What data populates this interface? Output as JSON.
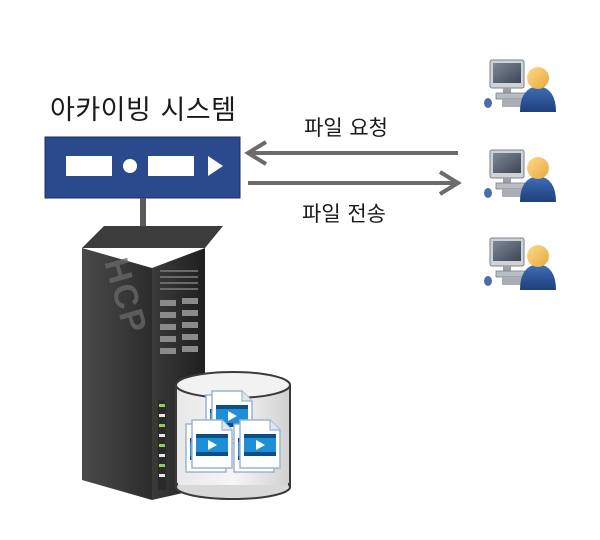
{
  "archive_system": {
    "title": "아카이빙 시스템",
    "appliance_color": "#2b4a8e"
  },
  "flows": {
    "request": {
      "label": "파일 요청",
      "direction": "clients-to-system"
    },
    "transfer": {
      "label": "파일 전송",
      "direction": "system-to-clients"
    },
    "arrow_color": "#6b6b6b"
  },
  "server_rack": {
    "label": "HCP",
    "body_color": "#2e2e2e"
  },
  "storage": {
    "icon": "media-storage-icon",
    "file_icon": "video-file-icon",
    "file_count": 3
  },
  "clients": {
    "icon": "user-workstation-icon",
    "count": 3
  }
}
